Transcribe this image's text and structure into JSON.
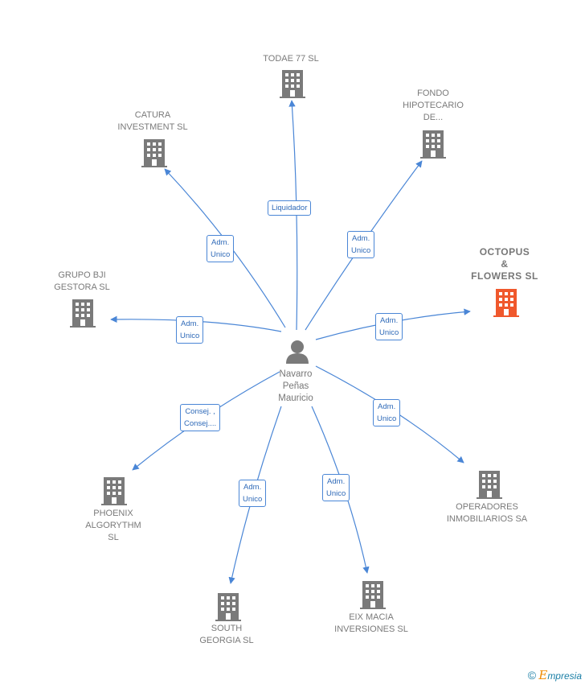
{
  "center": {
    "name": "Navarro\nPeñas\nMauricio"
  },
  "colors": {
    "edge": "#4a86d6",
    "building": "#7a7a7a",
    "highlight": "#f0582c"
  },
  "nodes": [
    {
      "id": "todae",
      "label": "TODAE 77 SL",
      "role": "Liquidador",
      "highlight": false
    },
    {
      "id": "fondo",
      "label": "FONDO\nHIPOTECARIO\nDE...",
      "role": "Adm.\nUnico",
      "highlight": false
    },
    {
      "id": "catura",
      "label": "CATURA\nINVESTMENT SL",
      "role": "Adm.\nUnico",
      "highlight": false
    },
    {
      "id": "octopus",
      "label": "OCTOPUS\n&\nFLOWERS  SL",
      "role": "Adm.\nUnico",
      "highlight": true
    },
    {
      "id": "bji",
      "label": "GRUPO BJI\nGESTORA SL",
      "role": "Adm.\nUnico",
      "highlight": false
    },
    {
      "id": "phoenix",
      "label": "PHOENIX\nALGORYTHM\nSL",
      "role": "Consej. ,\nConsej....",
      "highlight": false
    },
    {
      "id": "operadores",
      "label": "OPERADORES\nINMOBILIARIOS SA",
      "role": "Adm.\nUnico",
      "highlight": false
    },
    {
      "id": "south",
      "label": "SOUTH\nGEORGIA SL",
      "role": "Adm.\nUnico",
      "highlight": false
    },
    {
      "id": "eix",
      "label": "EIX MACIA\nINVERSIONES SL",
      "role": "Adm.\nUnico",
      "highlight": false
    }
  ],
  "brand": {
    "copyright": "©",
    "initial": "E",
    "rest": "mpresia"
  }
}
